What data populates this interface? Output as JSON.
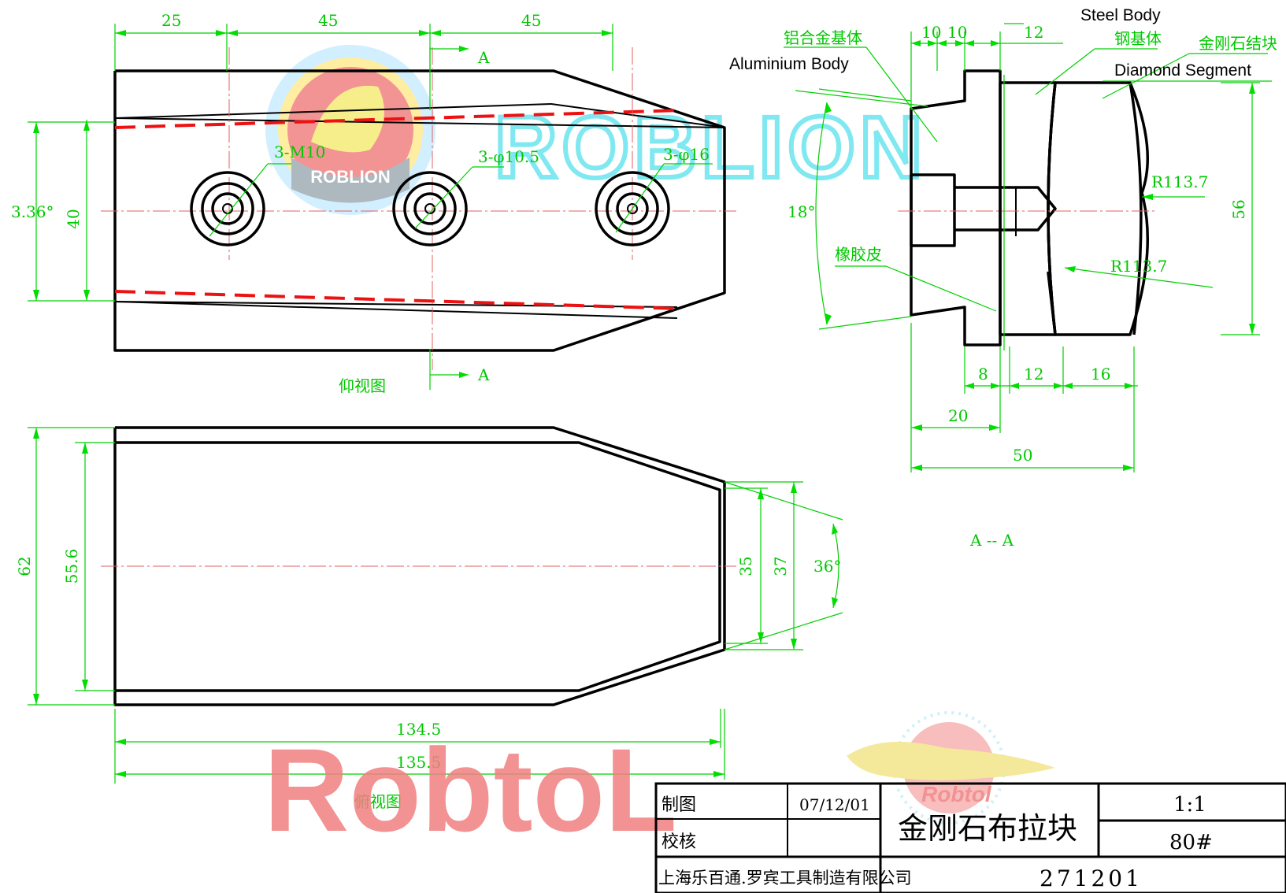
{
  "labels": {
    "steel_body_en": "Steel Body",
    "steel_body_cn": "钢基体",
    "aluminium_body_en": "Aluminium Body",
    "aluminium_body_cn": "铝合金基体",
    "diamond_segment_en": "Diamond Segment",
    "diamond_segment_cn": "金刚石结块",
    "rubber_cn": "橡胶皮",
    "bottom_view": "仰视图",
    "top_view": "俯视图",
    "section": "A -- A",
    "cut_a_top": "A",
    "cut_a_bottom": "A"
  },
  "dims": {
    "d25": "25",
    "d45a": "45",
    "d45b": "45",
    "m10": "3-M10",
    "phi105": "3-φ10.5",
    "phi16": "3-φ16",
    "ang336": "3.36°",
    "d40": "40",
    "d10a": "10",
    "d10b": "10",
    "d12a": "12",
    "r1137a": "R113.7",
    "r1137b": "R113.7",
    "ang18": "18°",
    "d56": "56",
    "d8": "8",
    "d12b": "12",
    "d16": "16",
    "d20": "20",
    "d50": "50",
    "d62": "62",
    "d556": "55.6",
    "d35": "35",
    "d37": "37",
    "ang36": "36°",
    "d1345": "134.5",
    "d1355": "135.5"
  },
  "watermarks": {
    "roblion_big": "ROBLION",
    "roblion_logo": "ROBLION",
    "robtol": "RobtoL",
    "robtol_script": "Robtol"
  },
  "title_block": {
    "drawn_label": "制图",
    "drawn_date": "07/12/01",
    "check_label": "校核",
    "part_name": "金刚石布拉块",
    "scale": "1:1",
    "grit": "80#",
    "company": "上海乐百通.罗宾工具制造有限公司",
    "drawing_no": "271201"
  },
  "colors": {
    "dimension": "#00d000",
    "outline": "#000000",
    "hidden_line": "#ee1111",
    "watermark_red": "#f08080",
    "watermark_cyan": "#7fe8f0",
    "logo_yellow": "#f2e060"
  }
}
